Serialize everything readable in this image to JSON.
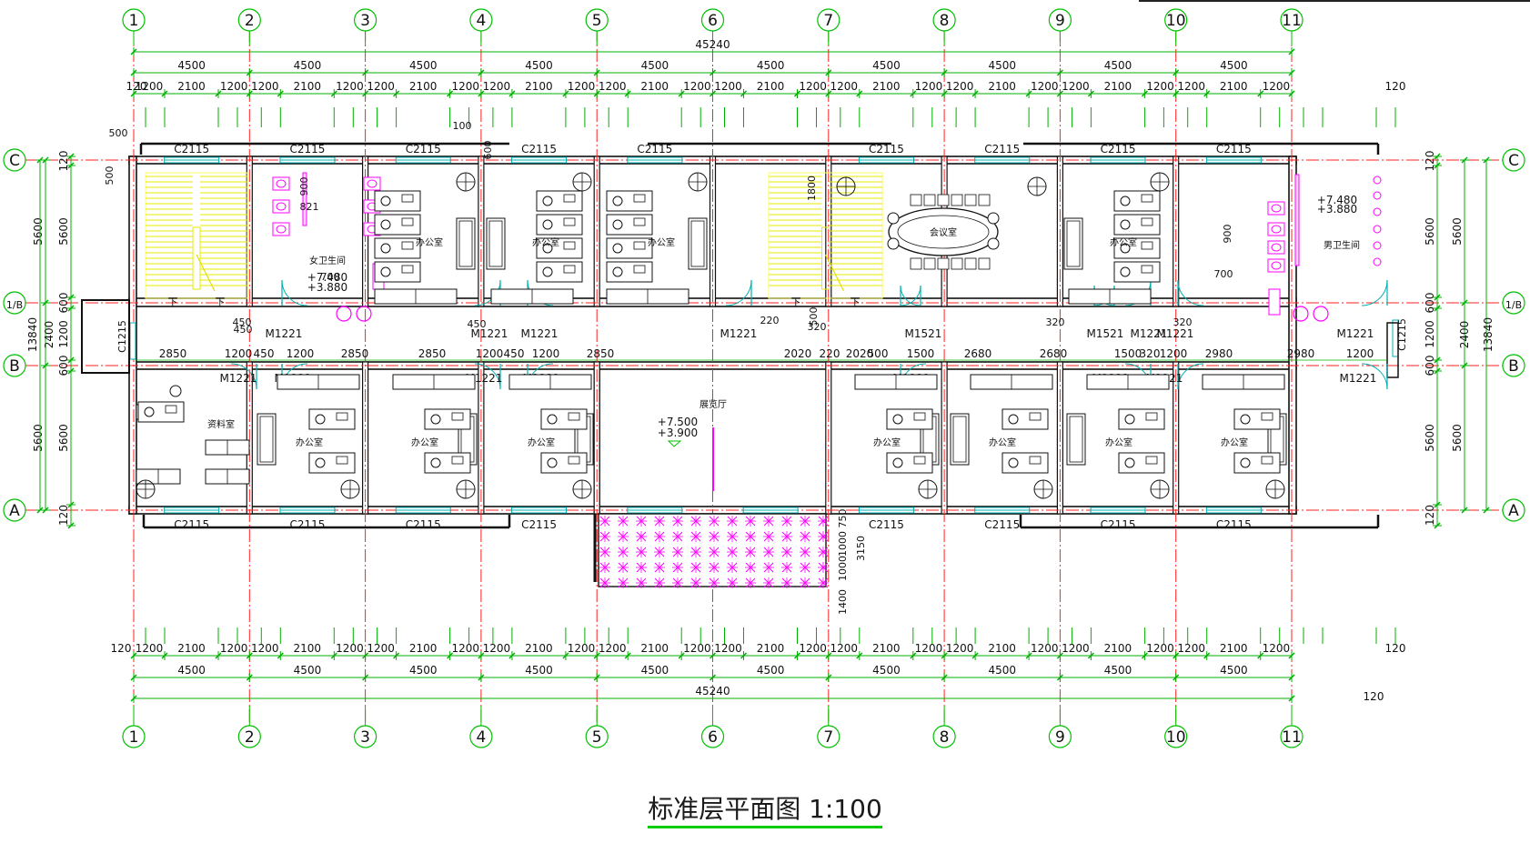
{
  "title": "标准层平面图 1:100",
  "colors": {
    "axis": "#00c000",
    "wall": "#111111",
    "red": "#ff2020",
    "window": "#00b0b0",
    "stair": "#ffff60",
    "magenta": "#ff00ff",
    "dim": "#00b000"
  },
  "column_axes": [
    "1",
    "2",
    "3",
    "4",
    "5",
    "6",
    "7",
    "8",
    "9",
    "10",
    "11"
  ],
  "row_axes": [
    "C",
    "1/B",
    "B",
    "A"
  ],
  "row_axis_label_1b": "1/B",
  "dims": {
    "total": "45240",
    "bay": "4500",
    "edge": "120",
    "sub": [
      "1200",
      "2100",
      "1200"
    ],
    "left_vertical": [
      "5600",
      "2400",
      "5600"
    ],
    "left_vertical_inner": [
      "120",
      "600",
      "1200",
      "600",
      "120"
    ],
    "overall_vertical": "13840",
    "misc": [
      "500",
      "100",
      "600",
      "500",
      "900",
      "821",
      "1800",
      "700",
      "700",
      "900",
      "450",
      "450",
      "450",
      "320",
      "320",
      "220",
      "500",
      "320",
      "750",
      "1000",
      "1000",
      "3150",
      "1400"
    ]
  },
  "corridor_dims": [
    "2850",
    "1200",
    "450",
    "1200",
    "2850",
    "2850",
    "1200",
    "450",
    "1200",
    "2850",
    "2020",
    "220",
    "2020",
    "500",
    "1500",
    "2680",
    "2680",
    "1500",
    "320",
    "1200",
    "2980",
    "2980",
    "1200"
  ],
  "windows": {
    "C2115": "C2115",
    "C1215": "C1215"
  },
  "doors": {
    "M1221": "M1221",
    "M1521": "M1521"
  },
  "rooms": {
    "office": "办公室",
    "meeting": "会议室",
    "female_wc": "女卫生间",
    "male_wc": "男卫生间",
    "archive": "资料室",
    "exhibit": "展览厅"
  },
  "levels": {
    "wc_left_a": "+7.480",
    "wc_left_b": "+3.880",
    "wc_right_a": "+7.480",
    "wc_right_b": "+3.880",
    "hall_a": "+7.500",
    "hall_b": "+3.900"
  },
  "stair_mark": "下"
}
